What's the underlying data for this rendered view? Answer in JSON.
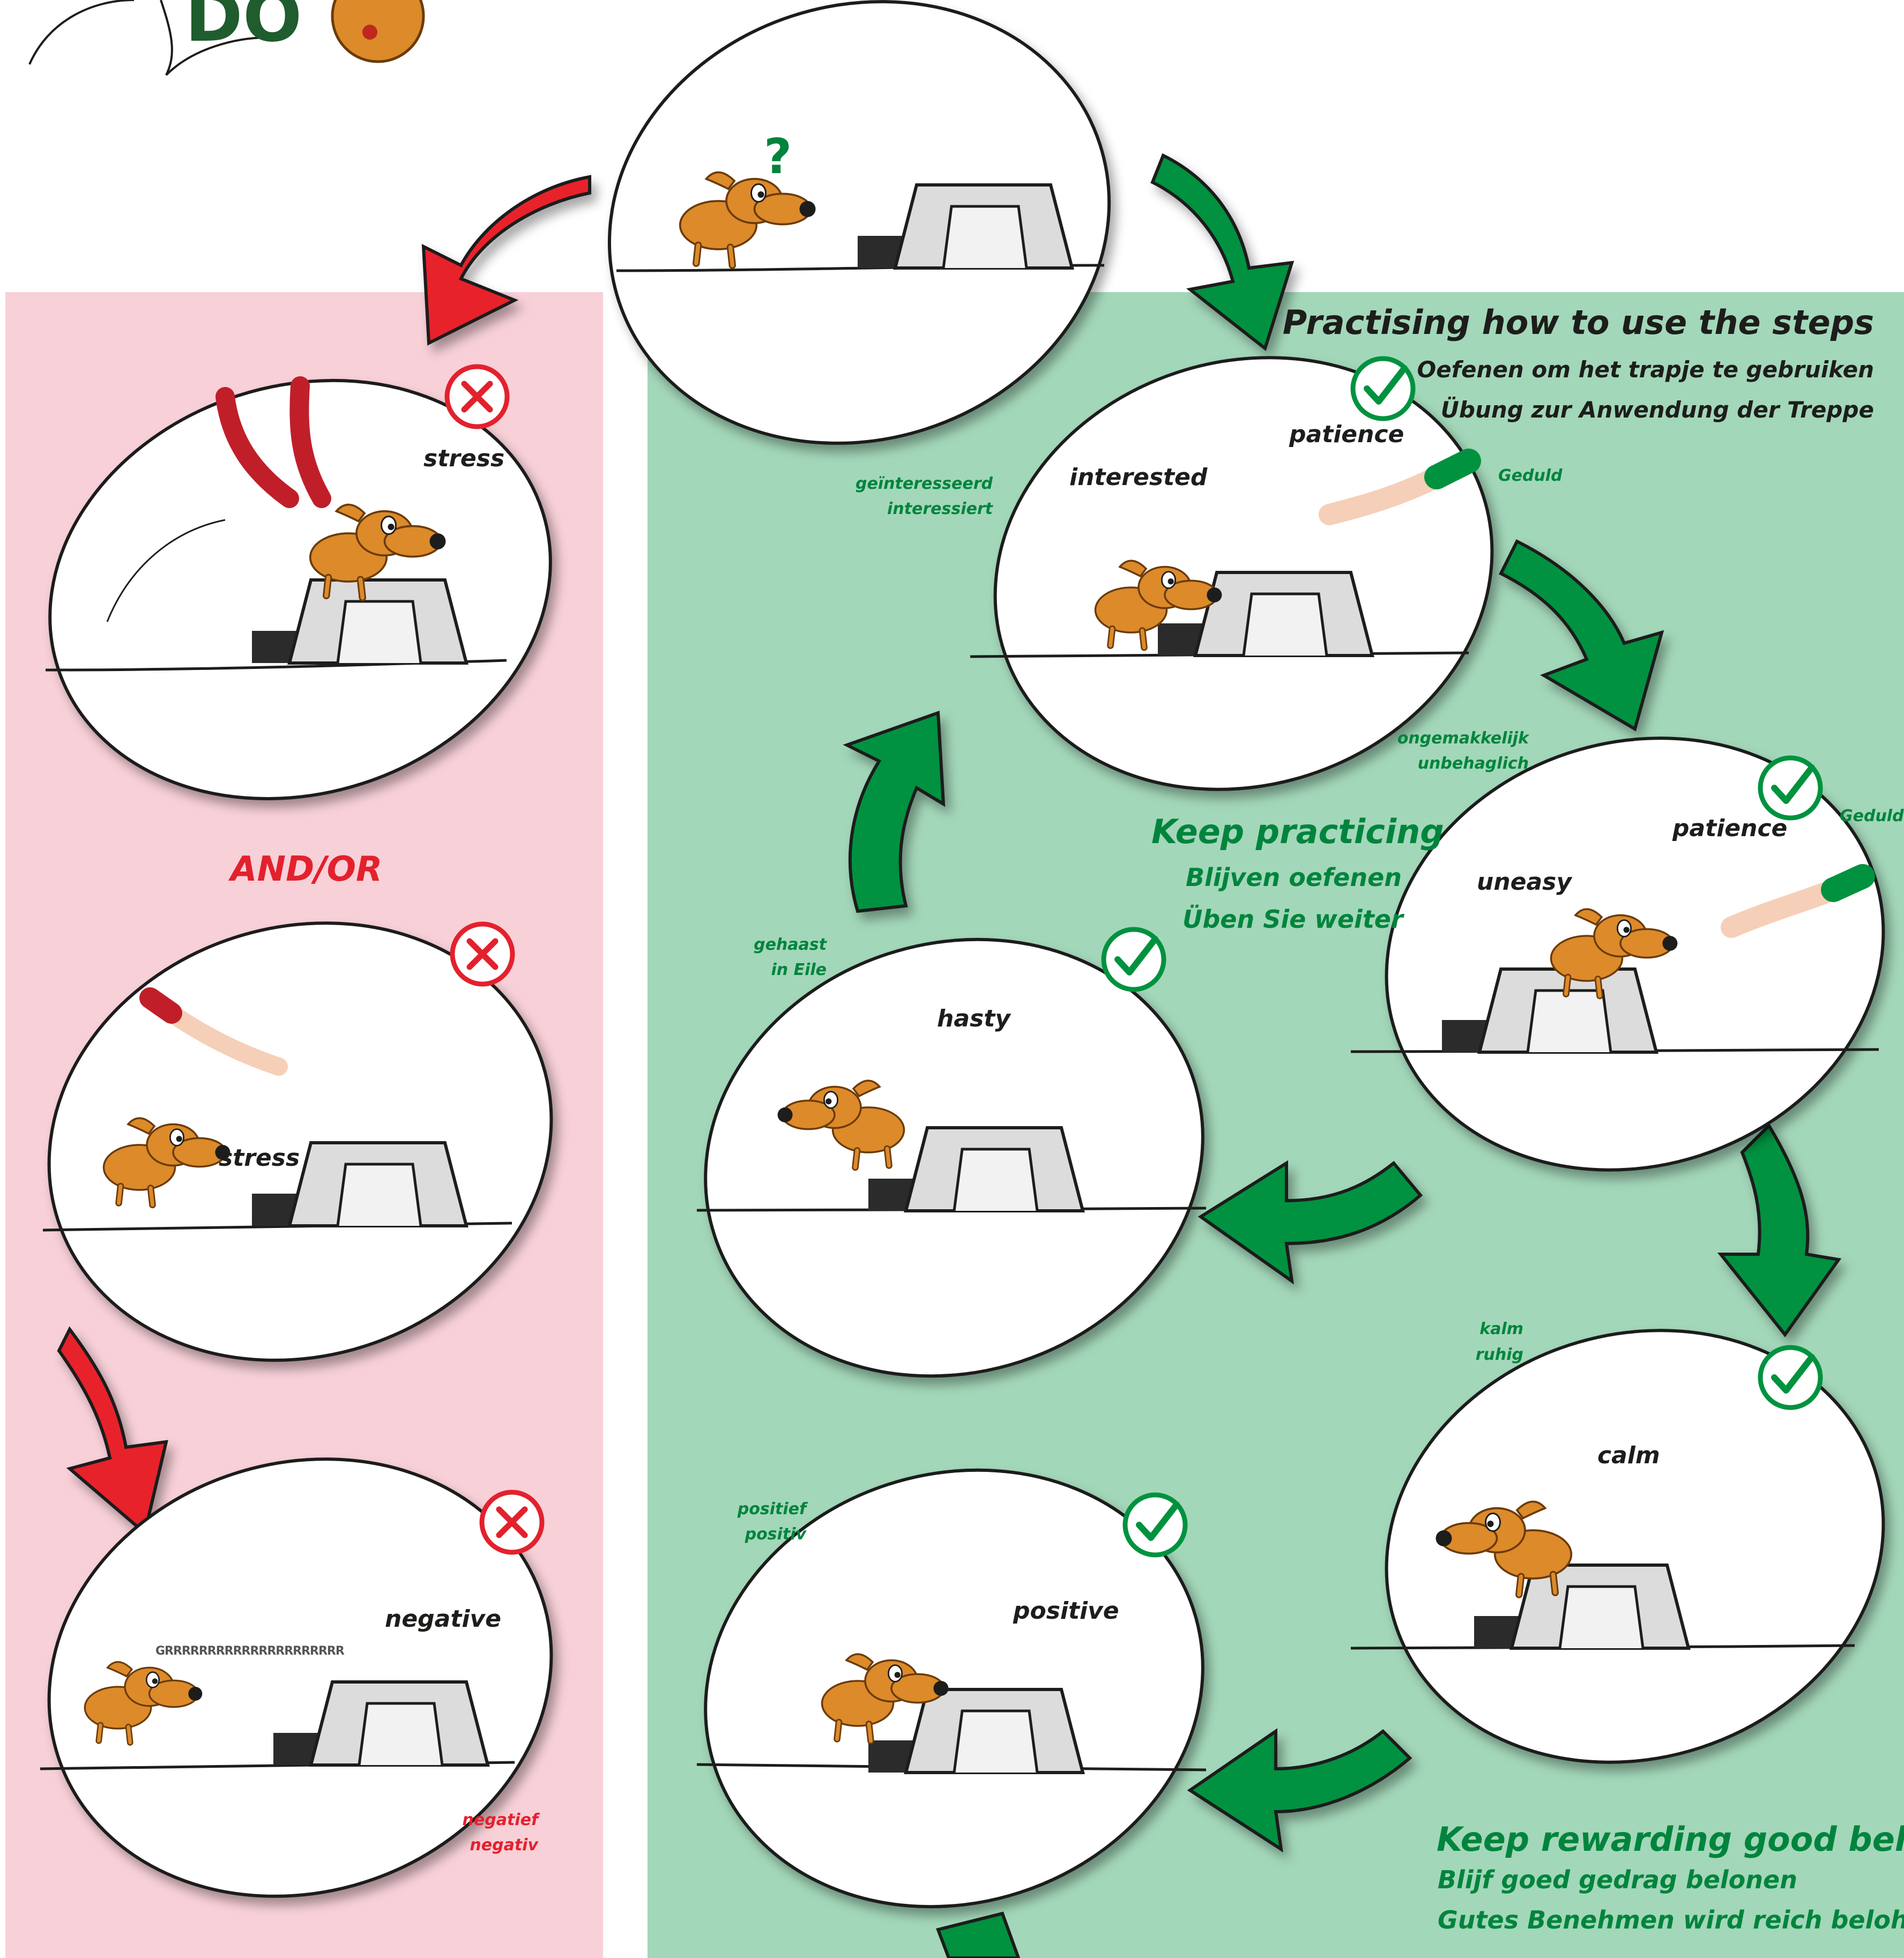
{
  "colors": {
    "red_panel": "#f8d0d8",
    "green_panel": "#a3d7b9",
    "green_arrow": "#00923f",
    "red_arrow": "#e8202a",
    "green_text": "#00843d",
    "red_text": "#e3212d",
    "dark_text": "#1d1d1b",
    "dog": "#dc8a2a"
  },
  "header": {
    "logo_letters": "DO"
  },
  "left_column": {
    "and_or": "AND/OR",
    "scene_stress_1": {
      "label": "stress",
      "icon": "cross-icon"
    },
    "scene_stress_2": {
      "label": "stress",
      "icon": "cross-icon"
    },
    "scene_negative": {
      "label": "negative",
      "growl": "GRRRRRRRRRRRRRRRRRRRRR",
      "translation_nl": "negatief",
      "translation_de": "negativ",
      "icon": "cross-icon"
    }
  },
  "right_column": {
    "title": {
      "en": "Practising how to use the steps",
      "nl": "Oefenen om het trapje te gebruiken",
      "de": "Übung zur Anwendung der Treppe"
    },
    "keep_practicing": {
      "en": "Keep practicing",
      "nl": "Blijven oefenen",
      "de": "Üben Sie weiter"
    },
    "keep_rewarding": {
      "en": "Keep rewarding good behavior",
      "nl": "Blijf goed gedrag belonen",
      "de": "Gutes Benehmen wird reich belohnt"
    },
    "scene_interested": {
      "label": "interested",
      "patience": "patience",
      "geduld": "Geduld",
      "nl": "geïnteresseerd",
      "de": "interessiert",
      "icon": "check-icon"
    },
    "scene_uneasy": {
      "label": "uneasy",
      "patience": "patience",
      "geduld": "Geduld",
      "nl": "ongemakkelijk",
      "de": "unbehaglich",
      "icon": "check-icon"
    },
    "scene_hasty": {
      "label": "hasty",
      "nl": "gehaast",
      "de": "in Eile",
      "icon": "check-icon"
    },
    "scene_calm": {
      "label": "calm",
      "nl": "kalm",
      "de": "ruhig",
      "icon": "check-icon"
    },
    "scene_positive": {
      "label": "positive",
      "nl": "positief",
      "de": "positiv",
      "icon": "check-icon"
    }
  },
  "top_scene": {
    "question_mark": "?"
  }
}
